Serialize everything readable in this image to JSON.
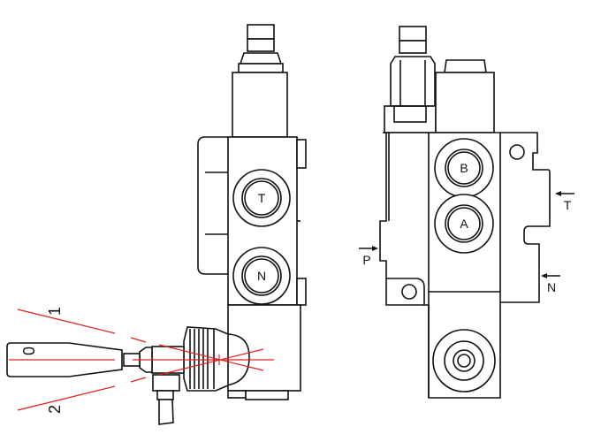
{
  "side_view": {
    "ports": [
      {
        "label": "T"
      },
      {
        "label": "N"
      }
    ],
    "lever_positions": [
      {
        "label": "0"
      },
      {
        "label": "1"
      },
      {
        "label": "2"
      }
    ]
  },
  "front_view": {
    "ports": [
      {
        "label": "B"
      },
      {
        "label": "A"
      }
    ],
    "connections": [
      {
        "label": "P"
      },
      {
        "label": "T"
      },
      {
        "label": "N"
      }
    ]
  },
  "colors": {
    "line": "#111111",
    "axis": "#e02020"
  }
}
